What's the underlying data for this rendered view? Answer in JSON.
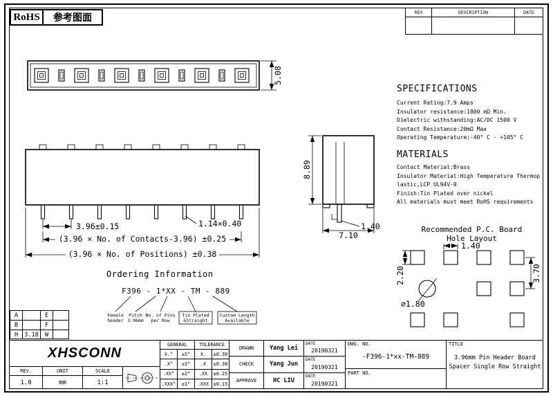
{
  "header": {
    "rohs_label": "RoHS",
    "ref_label": "参考图面",
    "rev_table": {
      "rev": "REV",
      "description": "DESCRIPTION",
      "date": "DATE"
    }
  },
  "top_view": {
    "dim_height": "5.08"
  },
  "front_view": {
    "dim_pitch": "3.96±0.15",
    "dim_pin": "1.14×0.40",
    "dim_contacts": "(3.96 × No. of Contacts-3.96) ±0.25",
    "dim_positions": "(3.96 × No. of Positions) ±0.38"
  },
  "side_view": {
    "dim_height": "8.89",
    "dim_pin": "1.40",
    "dim_width": "7.10"
  },
  "specifications": {
    "title": "SPECIFICATIONS",
    "items": [
      "Current Rating:7.9 Amps",
      "Insulator resistance:1000 mΩ Min.",
      "Dielectric withstanding:AC/DC 1500 V",
      "Contact Resistance:20mΩ Max",
      "Operating Temperature:-40° C - +105° C"
    ]
  },
  "materials": {
    "title": "MATERIALS",
    "items": [
      "Contact Material:Brass",
      "Insulator Material:High Temperature Thermop",
      "lastic,LCP UL94V-0",
      "Finish:Tin Plated over nickel",
      "All materials must meet RoHS requirements"
    ]
  },
  "pcb_layout": {
    "title_line1": "Recommended P.C. Board",
    "title_line2": "Hole Layout",
    "dim_pad_v": "2.20",
    "dim_pad_h": "1.40",
    "dim_hole": "⌀1.80",
    "dim_row_pitch": "3.70"
  },
  "ordering": {
    "title": "Ordering Information",
    "part_code": "F396 - 1*XX - TM - 889",
    "labels": [
      {
        "l1": "Female",
        "l2": "header"
      },
      {
        "l1": "Pitch",
        "l2": "3.96mm"
      },
      {
        "l1": "No. of Pins",
        "l2": "per Row"
      },
      {
        "l1": "Tin Plated",
        "l2": "&Straight"
      },
      {
        "l1": "Custom Length",
        "l2": "Available"
      }
    ]
  },
  "corner_table": {
    "rows": [
      {
        "c1": "A",
        "c2": "",
        "c3": "E",
        "c4": ""
      },
      {
        "c1": "B",
        "c2": "",
        "c3": "F",
        "c4": ""
      },
      {
        "c1": "H",
        "c2": "3.18",
        "c3": "W",
        "c4": ""
      }
    ]
  },
  "title_block": {
    "brand": "XHSCONN",
    "rev_label": "REV.",
    "rev_value": "1.0",
    "unit_label": "UNIT",
    "unit_value": "mm",
    "scale_label": "SCALE",
    "scale_value": "1:1",
    "tolerance": {
      "h1": "GENERAL",
      "h2": "TOLERANCE",
      "rows": [
        {
          "a": "X.°",
          "b": "±5°",
          "c": "X.",
          "d": "±0.30"
        },
        {
          "a": ".X°",
          "b": "±3°",
          "c": ".X",
          "d": "±0.38"
        },
        {
          "a": ".XX°",
          "b": "±2°",
          "c": ".XX",
          "d": "±0.25"
        },
        {
          "a": ".XXX°",
          "b": "±1°",
          "c": ".XXX",
          "d": "±0.15"
        }
      ]
    },
    "signoff": [
      {
        "role": "DRAWN",
        "name": "Yang Lei",
        "date_label": "DATE",
        "date": "20190321"
      },
      {
        "role": "CHECK",
        "name": "Yang Jun",
        "date_label": "DATE",
        "date": "20190321"
      },
      {
        "role": "APPROVE",
        "name": "HC LIU",
        "date_label": "DATE",
        "date": "20190321"
      }
    ],
    "dwg_label": "DWG. NO.",
    "dwg_value": "-F396-1*xx-TM-889",
    "part_label": "PART NO.",
    "title_label": "TITLE",
    "title_line1": "3.96mm Pin Header Board",
    "title_line2": "Spacer Single Row Straight"
  }
}
